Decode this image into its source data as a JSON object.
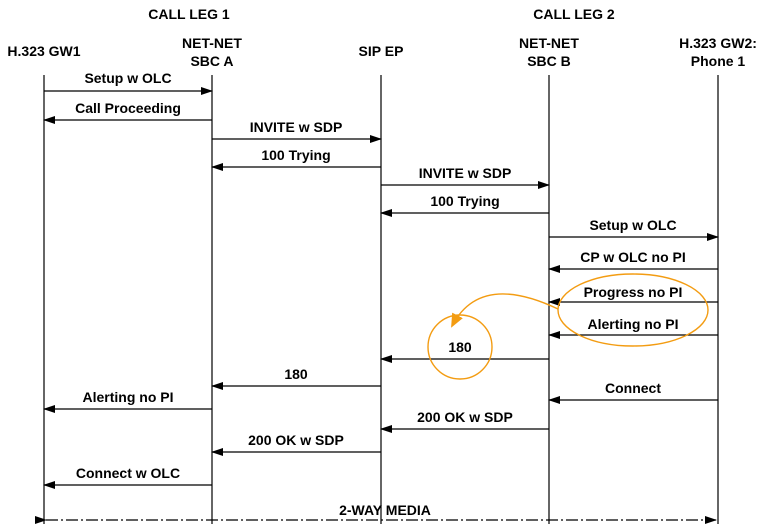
{
  "legs": {
    "leg1": "CALL LEG 1",
    "leg2": "CALL LEG 2"
  },
  "participants": {
    "gw1": "H.323 GW1",
    "sbc_a_line1": "NET-NET",
    "sbc_a_line2": "SBC A",
    "sip_ep": "SIP EP",
    "sbc_b_line1": "NET-NET",
    "sbc_b_line2": "SBC B",
    "gw2_line1": "H.323 GW2:",
    "gw2_line2": "Phone 1"
  },
  "messages": {
    "setup_olc_leg1": "Setup w OLC",
    "call_proceeding": "Call Proceeding",
    "invite_sdp_a": "INVITE w SDP",
    "trying_a": "100 Trying",
    "invite_sdp_b": "INVITE w SDP",
    "trying_b": "100 Trying",
    "setup_olc_leg2": "Setup w OLC",
    "cp_olc_no_pi": "CP w OLC no PI",
    "progress_no_pi": "Progress no PI",
    "alerting_no_pi_leg2": "Alerting no PI",
    "ringing_180_b": "180",
    "ringing_180_a": "180",
    "connect_leg2": "Connect",
    "alerting_no_pi_leg1": "Alerting no PI",
    "ok_200_sdp_b": "200 OK w SDP",
    "ok_200_sdp_a": "200 OK w SDP",
    "connect_olc_leg1": "Connect  w OLC",
    "two_way_media": "2-WAY MEDIA"
  },
  "colors": {
    "line": "#000000",
    "highlight": "#f39c12"
  }
}
